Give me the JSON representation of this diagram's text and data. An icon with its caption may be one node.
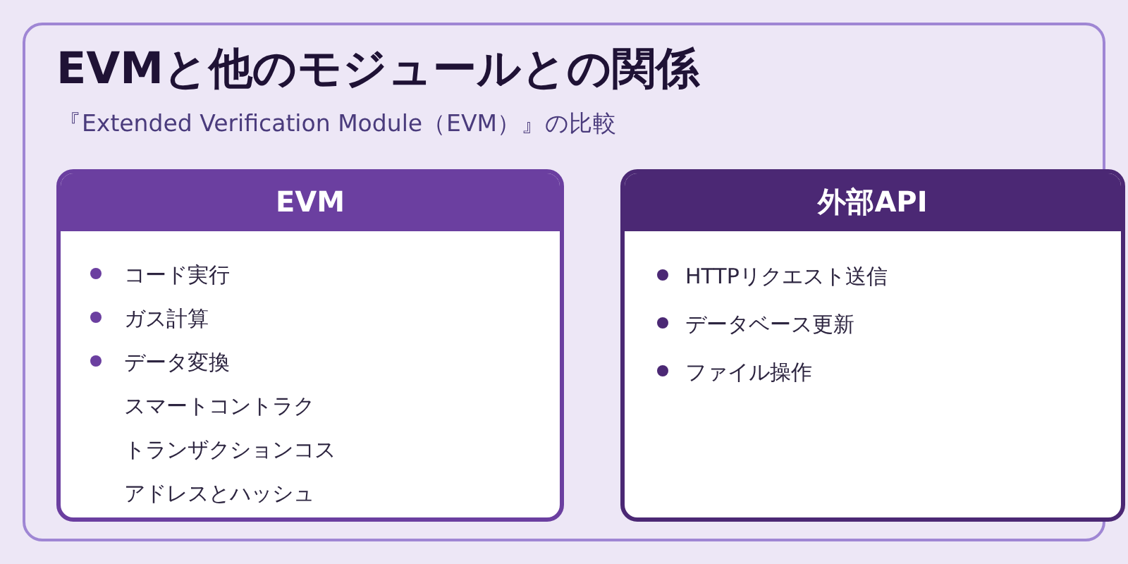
{
  "diagram": {
    "nodes": [
      {
        "text": [
          "EVMと他のモジュールとの関係",
          "『Extended Verification Module（EVM）』の比較"
        ]
      },
      {
        "text": [
          "EVM",
          "コード実行",
          "ガス計算",
          "データ変換",
          "スマートコントラク",
          "トランザクションコス",
          "アドレスとハッシュ"
        ],
        "in": 0
      },
      {
        "text": [
          "外部API",
          "HTTPリクエスト送信",
          "データベース更新",
          "ファイル操作"
        ],
        "in": 0
      }
    ]
  }
}
